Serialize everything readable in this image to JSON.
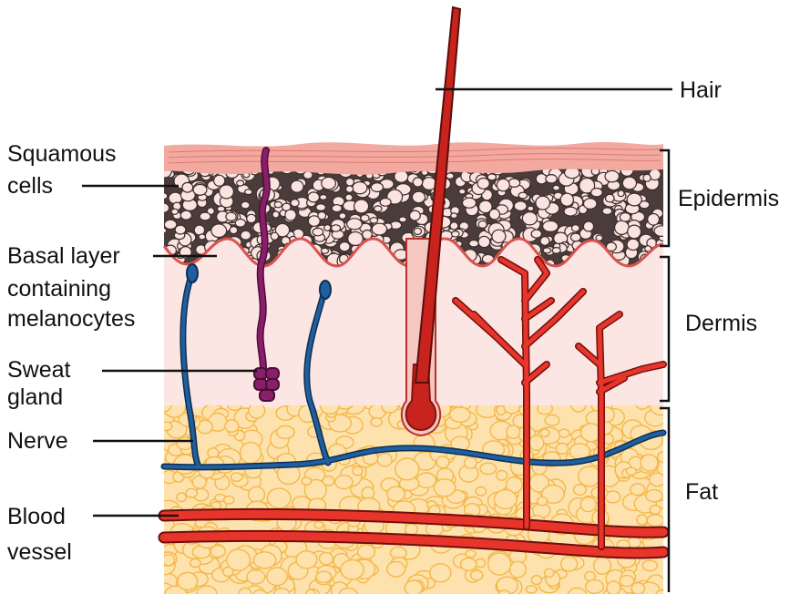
{
  "labels": {
    "squamous": [
      "Squamous",
      "cells"
    ],
    "basal": [
      "Basal layer",
      "containing",
      "melanocytes"
    ],
    "sweat": [
      "Sweat",
      "gland"
    ],
    "nerve": "Nerve",
    "blood": [
      "Blood",
      "vessel"
    ],
    "hair": "Hair",
    "epidermis": "Epidermis",
    "dermis": "Dermis",
    "fat": "Fat"
  },
  "colors": {
    "stratum_corneum": "#f2a9a0",
    "epidermis_cells": "#fbe3df",
    "dermis": "#fce6e4",
    "fat": "#fde2ad",
    "fat_cell_stroke": "#f4b84a",
    "blood_vessel": "#e8352b",
    "nerve": "#1f5fa0",
    "sweat_duct": "#8b1e6b",
    "hair": "#c8241d"
  }
}
